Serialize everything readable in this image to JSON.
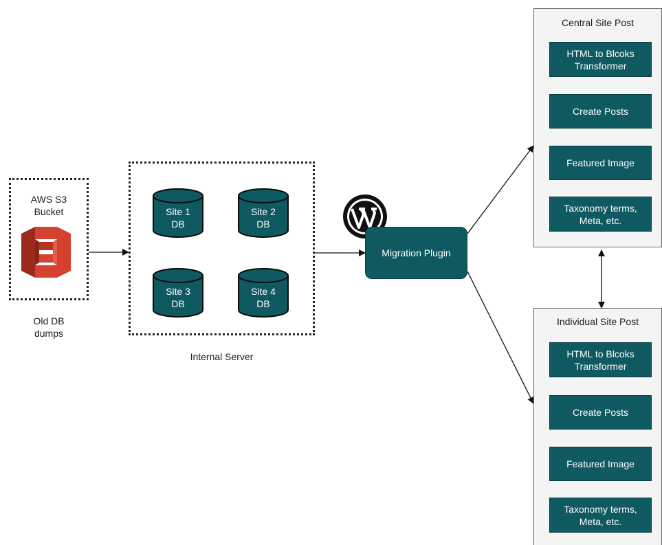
{
  "s3": {
    "title_line1": "AWS S3",
    "title_line2": "Bucket",
    "caption_line1": "Old DB",
    "caption_line2": "dumps"
  },
  "server": {
    "caption": "Internal Server",
    "dbs": [
      {
        "line1": "Site 1",
        "line2": "DB"
      },
      {
        "line1": "Site 2",
        "line2": "DB"
      },
      {
        "line1": "Site 3",
        "line2": "DB"
      },
      {
        "line1": "Site 4",
        "line2": "DB"
      }
    ]
  },
  "plugin": {
    "label": "Migration Plugin"
  },
  "central": {
    "title": "Central Site Post",
    "steps": [
      {
        "line1": "HTML to Blcoks",
        "line2": "Transformer"
      },
      {
        "line1": "Create Posts",
        "line2": ""
      },
      {
        "line1": "Featured Image",
        "line2": ""
      },
      {
        "line1": "Taxonomy terms,",
        "line2": "Meta, etc."
      }
    ]
  },
  "individual": {
    "title": "Individual Site Post",
    "steps": [
      {
        "line1": "HTML to Blcoks",
        "line2": "Transformer"
      },
      {
        "line1": "Create Posts",
        "line2": ""
      },
      {
        "line1": "Featured Image",
        "line2": ""
      },
      {
        "line1": "Taxonomy terms,",
        "line2": "Meta, etc."
      }
    ]
  },
  "colors": {
    "teal": "#0f5961",
    "s3_red": "#d6412f",
    "s3_dark": "#9c2a1d"
  },
  "icons": {
    "s3": "aws-s3-icon",
    "wordpress": "wordpress-logo-icon"
  }
}
